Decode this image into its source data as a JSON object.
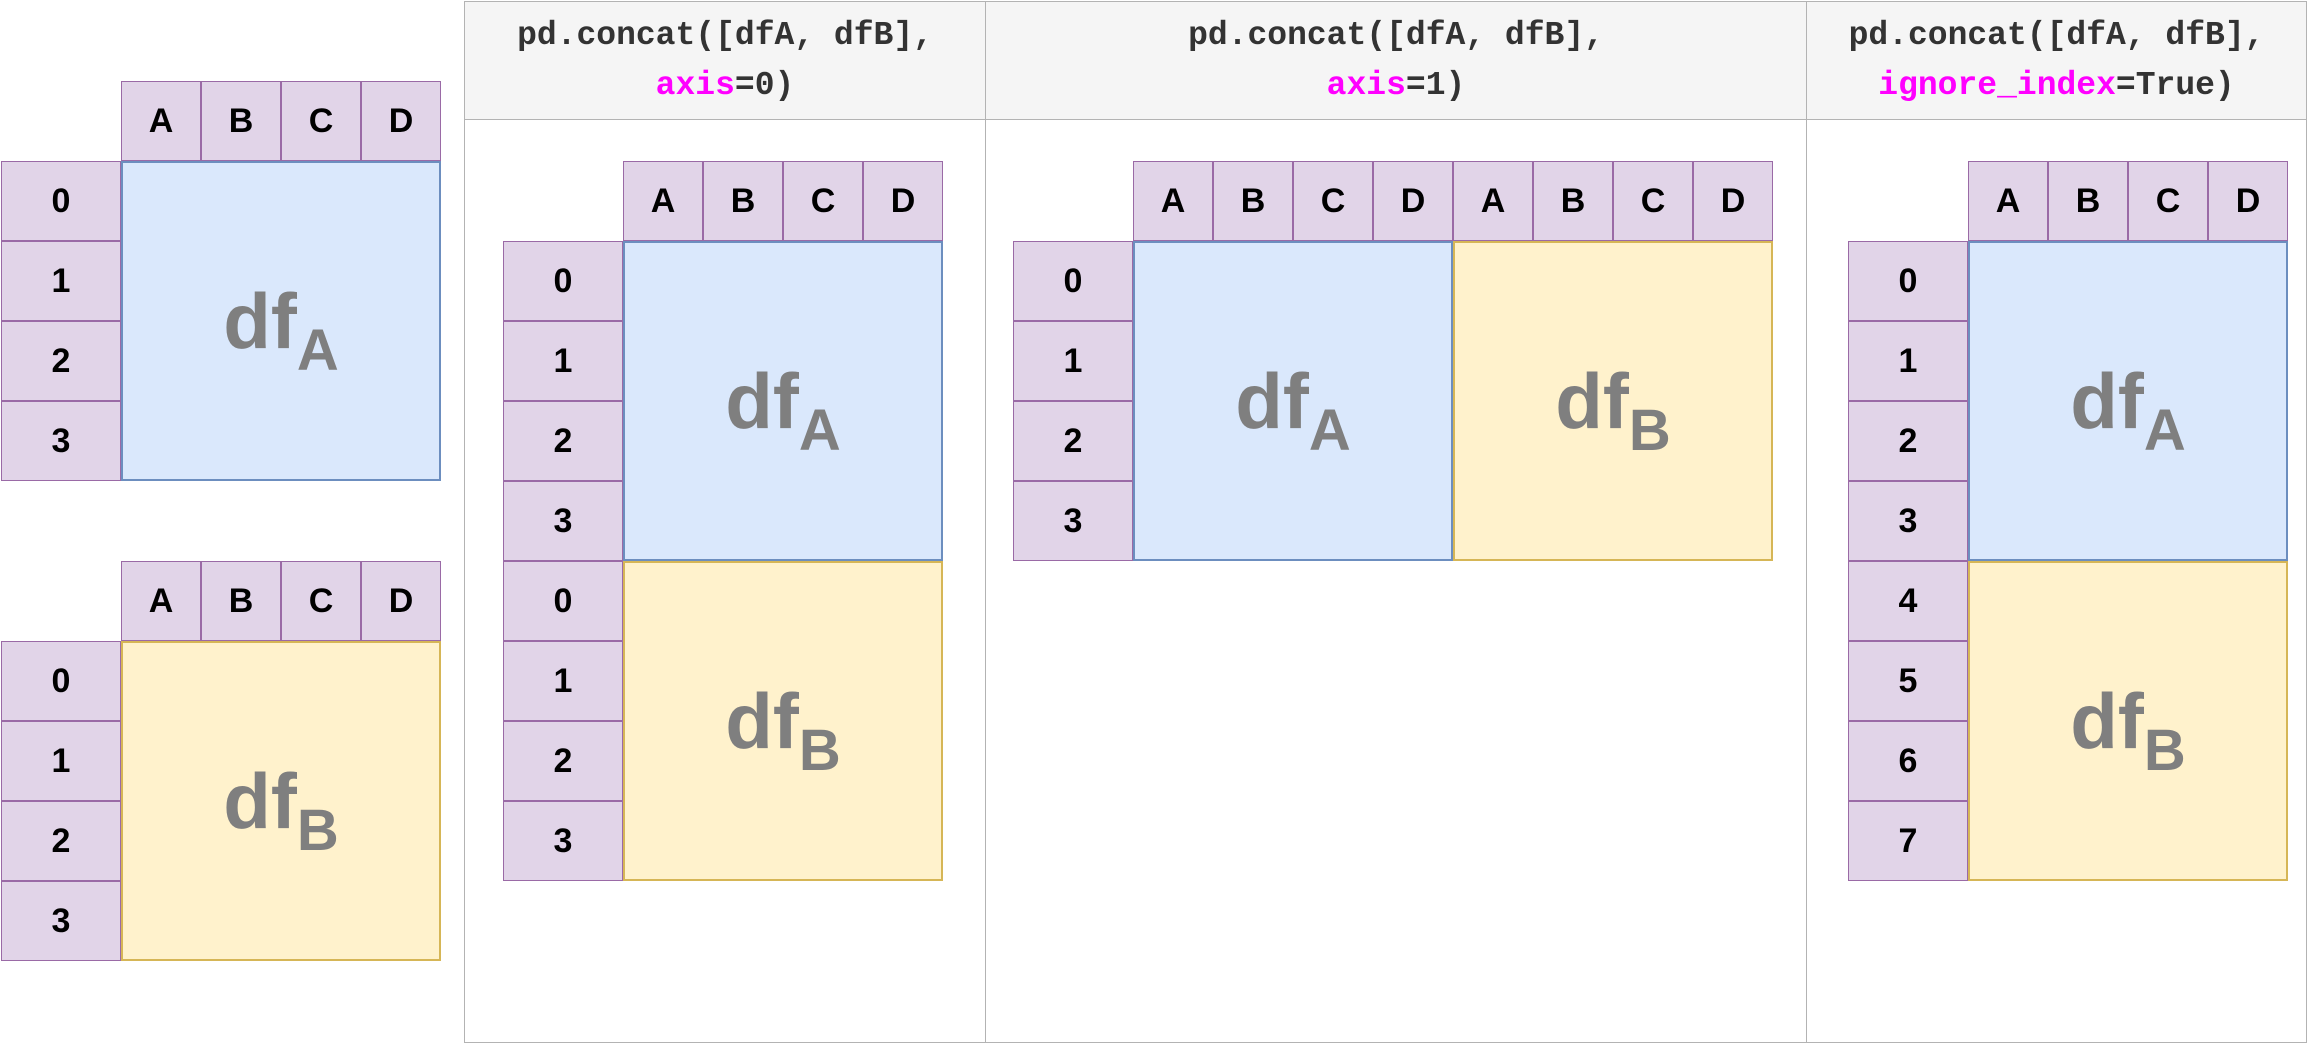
{
  "colors": {
    "header_fill": "#e1d4e8",
    "header_border": "#9a6aa6",
    "dfA_fill": "#dae8fc",
    "dfA_border": "#6c8ebf",
    "dfB_fill": "#fff2cc",
    "dfB_border": "#d6b656",
    "keyword": "#ff00ff",
    "panel_header_fill": "#f5f5f5"
  },
  "columns": [
    "A",
    "B",
    "C",
    "D"
  ],
  "source": {
    "dfA": {
      "label": "df",
      "sub": "A",
      "index": [
        "0",
        "1",
        "2",
        "3"
      ]
    },
    "dfB": {
      "label": "df",
      "sub": "B",
      "index": [
        "0",
        "1",
        "2",
        "3"
      ]
    }
  },
  "panels": [
    {
      "line1": "pd.concat([dfA, dfB],",
      "kw": "axis",
      "rest": "=0)",
      "columns": [
        "A",
        "B",
        "C",
        "D"
      ],
      "index": [
        "0",
        "1",
        "2",
        "3",
        "0",
        "1",
        "2",
        "3"
      ],
      "blocks": [
        {
          "label": "df",
          "sub": "A"
        },
        {
          "label": "df",
          "sub": "B"
        }
      ]
    },
    {
      "line1": "pd.concat([dfA, dfB],",
      "kw": "axis",
      "rest": "=1)",
      "columns": [
        "A",
        "B",
        "C",
        "D",
        "A",
        "B",
        "C",
        "D"
      ],
      "index": [
        "0",
        "1",
        "2",
        "3"
      ],
      "blocks": [
        {
          "label": "df",
          "sub": "A"
        },
        {
          "label": "df",
          "sub": "B"
        }
      ]
    },
    {
      "line1": "pd.concat([dfA, dfB],",
      "kw": "ignore_index",
      "rest": "=True)",
      "columns": [
        "A",
        "B",
        "C",
        "D"
      ],
      "index": [
        "0",
        "1",
        "2",
        "3",
        "4",
        "5",
        "6",
        "7"
      ],
      "blocks": [
        {
          "label": "df",
          "sub": "A"
        },
        {
          "label": "df",
          "sub": "B"
        }
      ]
    }
  ]
}
